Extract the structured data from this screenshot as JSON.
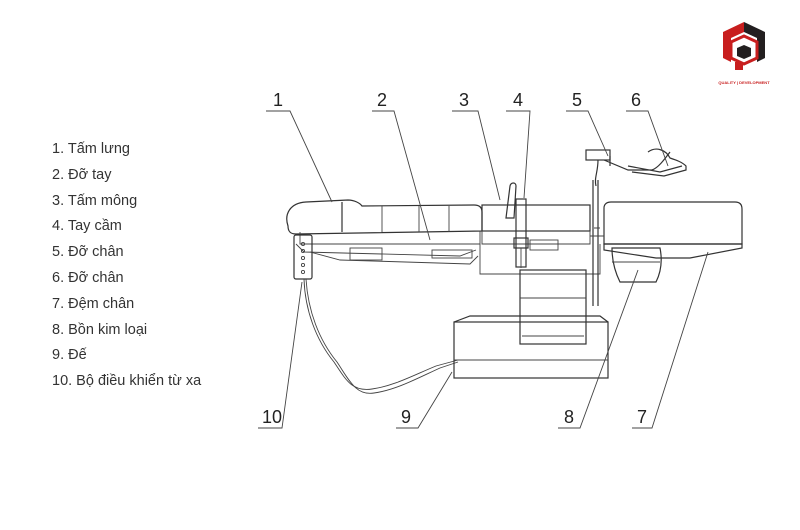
{
  "legend": [
    "1. Tấm lưng",
    "2. Đỡ tay",
    "3. Tấm mông",
    "4. Tay cầm",
    "5. Đỡ chân",
    "6. Đỡ chân",
    "7. Đệm chân",
    "8. Bồn kim loại",
    "9. Đế",
    "10. Bộ điều khiển từ xa"
  ],
  "callouts": [
    "1",
    "2",
    "3",
    "4",
    "5",
    "6",
    "7",
    "8",
    "9",
    "10"
  ],
  "logo": {
    "tagline": "QUALITY | DEVELOPMENT",
    "colors": {
      "red": "#c81e1e",
      "dark": "#231f20"
    }
  }
}
